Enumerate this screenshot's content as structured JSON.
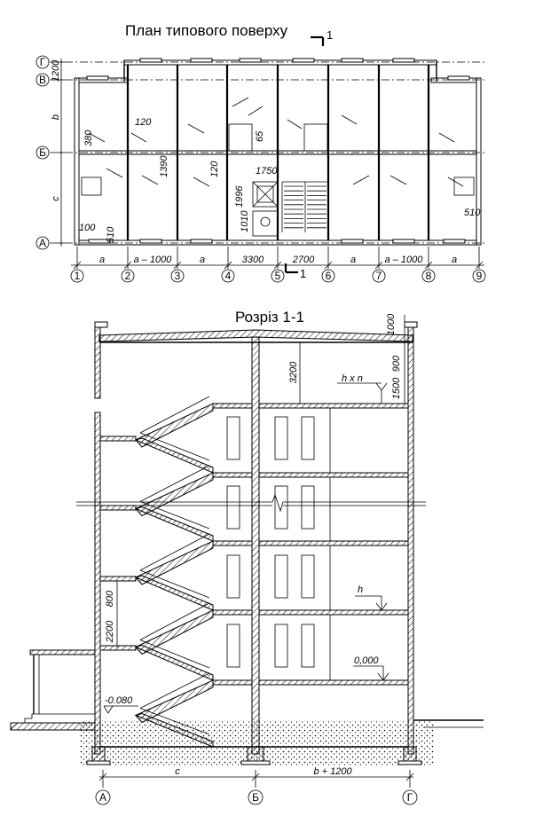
{
  "plan": {
    "title": "План типового поверху",
    "section_mark": "1",
    "row_axes": [
      "Г",
      "В",
      "Б",
      "А"
    ],
    "col_axes": [
      "1",
      "2",
      "3",
      "4",
      "5",
      "6",
      "7",
      "8",
      "9"
    ],
    "bottom_dims": [
      "a",
      "a – 1000",
      "a",
      "3300",
      "2700",
      "a",
      "a – 1000",
      "a"
    ],
    "left_dims": [
      "1200",
      "b",
      "c"
    ],
    "notes": {
      "d120a": "120",
      "d380": "380",
      "d1390": "1390",
      "d120b": "120",
      "d65": "65",
      "d1750": "1750",
      "d1996": "1996",
      "d1010": "1010",
      "d100": "100",
      "d510a": "510",
      "d510b": "510"
    }
  },
  "section": {
    "title": "Розріз 1-1",
    "dims": {
      "d1000": "1000",
      "d900": "900",
      "d1500": "1500",
      "d3200": "3200",
      "hxn": "h x n",
      "h": "h",
      "zero": "0,000",
      "neg": "-0.080",
      "d800": "800",
      "d2200": "2200"
    },
    "axes": [
      "А",
      "Б",
      "Г"
    ],
    "bottom_dims": [
      "c",
      "b + 1200"
    ]
  }
}
